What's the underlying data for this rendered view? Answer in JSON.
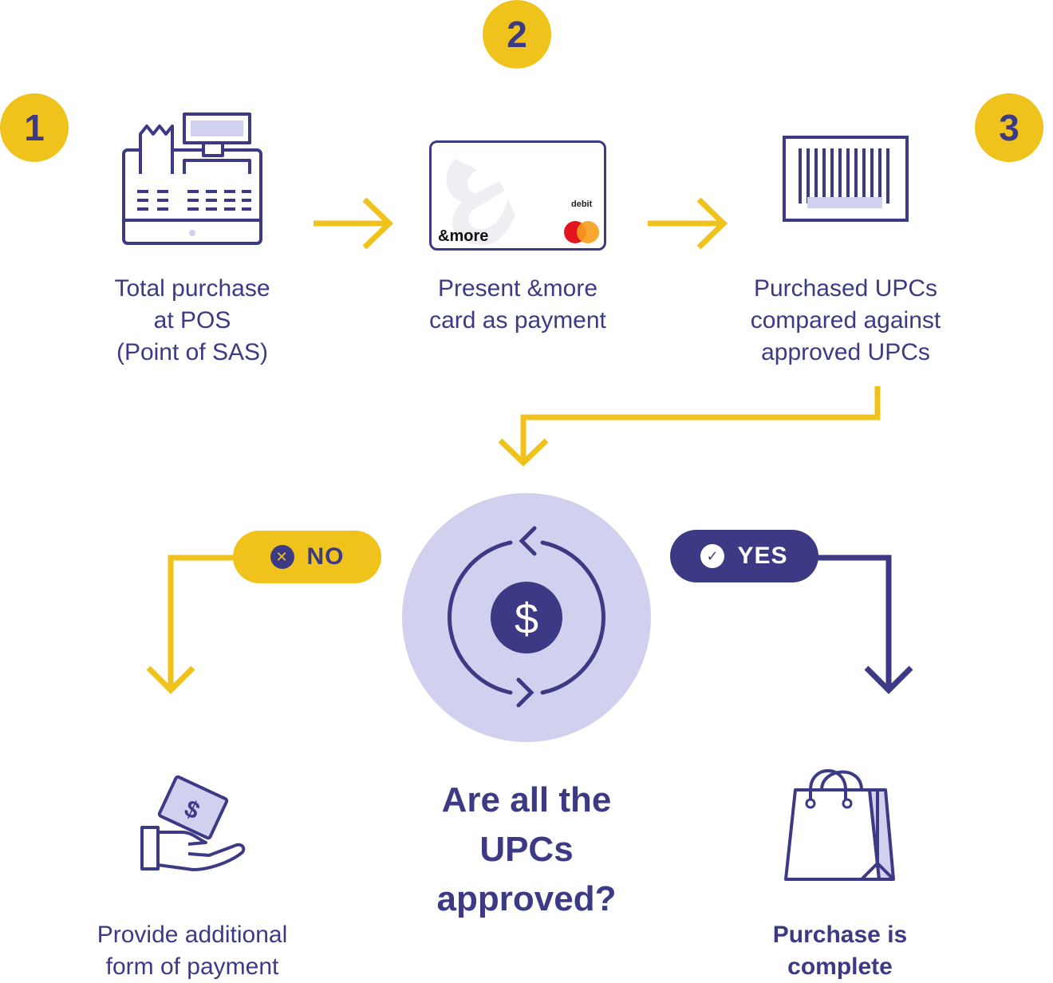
{
  "colors": {
    "accent_yellow": "#f0c31c",
    "brand_purple": "#3d3a85",
    "light_lavender": "#d1d0ee"
  },
  "steps": [
    {
      "number": "1",
      "label": "Total purchase\nat POS\n(Point of SAS)",
      "icon": "cash-register-icon"
    },
    {
      "number": "2",
      "label": "Present &more\ncard as payment",
      "icon": "debit-card-icon"
    },
    {
      "number": "3",
      "label": "Purchased UPCs\ncompared against\napproved UPCs",
      "icon": "barcode-icon"
    }
  ],
  "card": {
    "brand": "&more",
    "type": "debit"
  },
  "decision": {
    "question": "Are all the\nUPCs\napproved?",
    "icon": "dollar-cycle-icon"
  },
  "branches": {
    "no": {
      "label": "NO",
      "icon": "x-circle-icon",
      "outcome": "Provide additional\nform of payment",
      "outcome_icon": "hand-payment-icon"
    },
    "yes": {
      "label": "YES",
      "icon": "check-circle-icon",
      "outcome": "Purchase is\ncomplete",
      "outcome_icon": "shopping-bag-icon"
    }
  }
}
